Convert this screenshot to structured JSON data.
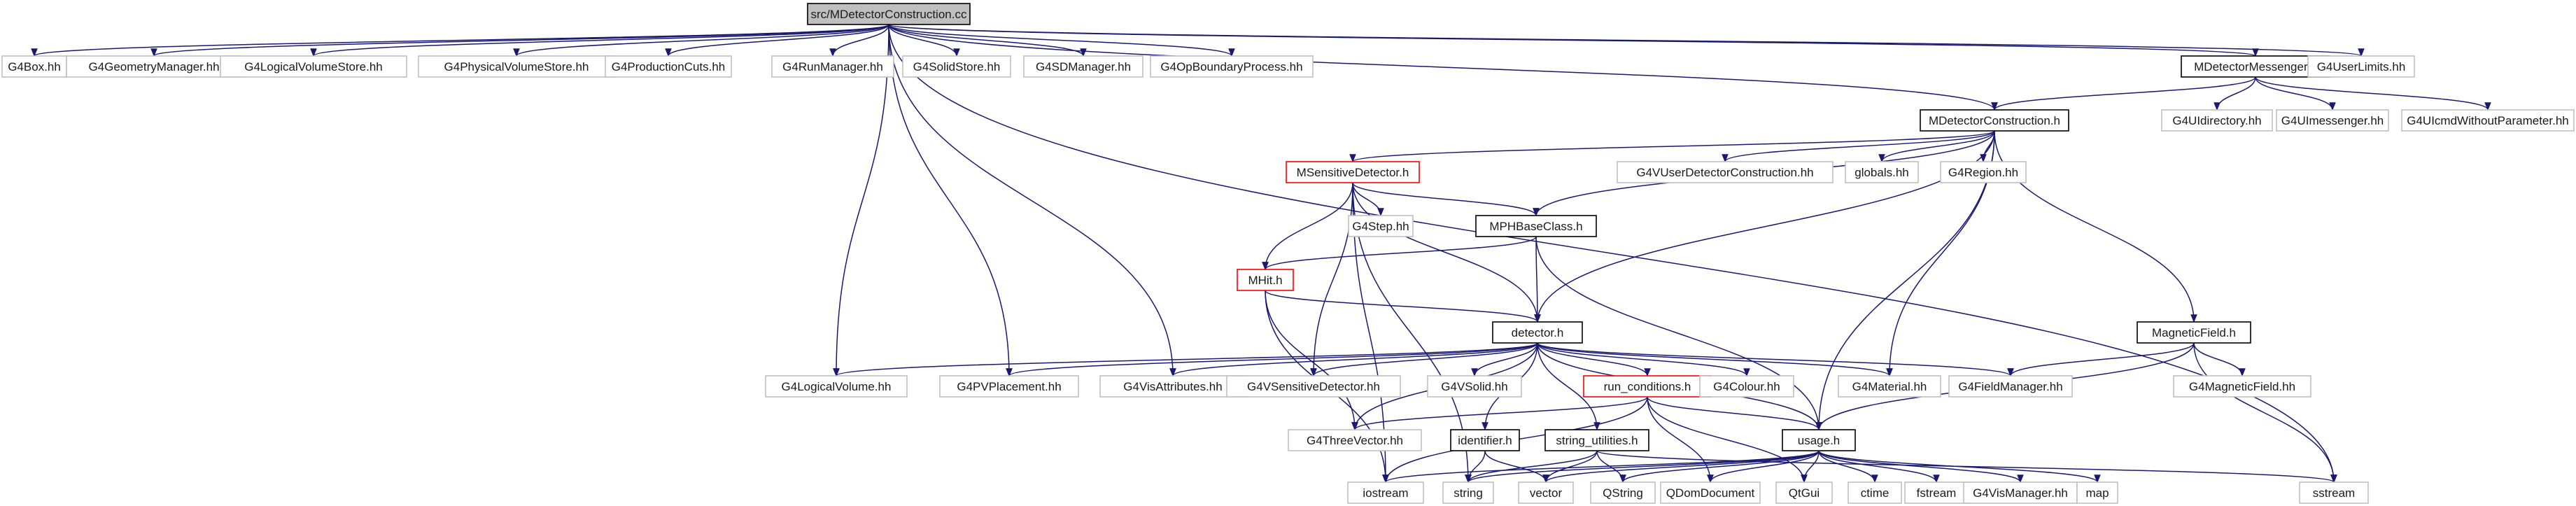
{
  "graph": {
    "colors": {
      "edge": "#191970",
      "root_fill": "#bfbfbf",
      "text": "#1a1a1a",
      "border_black": "#000000",
      "border_red": "#ff0000",
      "border_grey": "#bfbfbf"
    },
    "nodes": [
      {
        "id": "root",
        "label": "src/MDetectorConstruction.cc",
        "style": "root"
      },
      {
        "id": "g4box",
        "label": "G4Box.hh",
        "style": "grey"
      },
      {
        "id": "g4geom",
        "label": "G4GeometryManager.hh",
        "style": "grey"
      },
      {
        "id": "g4lvstore",
        "label": "G4LogicalVolumeStore.hh",
        "style": "grey"
      },
      {
        "id": "g4pvstore",
        "label": "G4PhysicalVolumeStore.hh",
        "style": "grey"
      },
      {
        "id": "g4prodcuts",
        "label": "G4ProductionCuts.hh",
        "style": "grey"
      },
      {
        "id": "g4runmgr",
        "label": "G4RunManager.hh",
        "style": "grey"
      },
      {
        "id": "g4solidstore",
        "label": "G4SolidStore.hh",
        "style": "grey"
      },
      {
        "id": "g4sdmgr",
        "label": "G4SDManager.hh",
        "style": "grey"
      },
      {
        "id": "g4opboundary",
        "label": "G4OpBoundaryProcess.hh",
        "style": "grey"
      },
      {
        "id": "mdetmsg",
        "label": "MDetectorMessenger.h",
        "style": "black"
      },
      {
        "id": "g4userlimits",
        "label": "G4UserLimits.hh",
        "style": "grey"
      },
      {
        "id": "g4uidir",
        "label": "G4UIdirectory.hh",
        "style": "grey"
      },
      {
        "id": "g4uimsg",
        "label": "G4UImessenger.hh",
        "style": "grey"
      },
      {
        "id": "g4uicmd",
        "label": "G4UIcmdWithoutParameter.hh",
        "style": "grey"
      },
      {
        "id": "mdetcons",
        "label": "MDetectorConstruction.h",
        "style": "black"
      },
      {
        "id": "msensdet",
        "label": "MSensitiveDetector.h",
        "style": "red"
      },
      {
        "id": "g4vuserdet",
        "label": "G4VUserDetectorConstruction.hh",
        "style": "grey"
      },
      {
        "id": "globals",
        "label": "globals.hh",
        "style": "grey"
      },
      {
        "id": "g4region",
        "label": "G4Region.hh",
        "style": "grey"
      },
      {
        "id": "g4step",
        "label": "G4Step.hh",
        "style": "grey"
      },
      {
        "id": "mphbase",
        "label": "MPHBaseClass.h",
        "style": "black"
      },
      {
        "id": "mhit",
        "label": "MHit.h",
        "style": "red"
      },
      {
        "id": "magfield",
        "label": "MagneticField.h",
        "style": "black"
      },
      {
        "id": "detector",
        "label": "detector.h",
        "style": "black"
      },
      {
        "id": "g4magfield",
        "label": "G4MagneticField.hh",
        "style": "grey"
      },
      {
        "id": "g4lv",
        "label": "G4LogicalVolume.hh",
        "style": "grey"
      },
      {
        "id": "g4pvplacement",
        "label": "G4PVPlacement.hh",
        "style": "grey"
      },
      {
        "id": "g4visattr",
        "label": "G4VisAttributes.hh",
        "style": "grey"
      },
      {
        "id": "g4vsensdet",
        "label": "G4VSensitiveDetector.hh",
        "style": "grey"
      },
      {
        "id": "g4vsolid",
        "label": "G4VSolid.hh",
        "style": "grey"
      },
      {
        "id": "runcond",
        "label": "run_conditions.h",
        "style": "red"
      },
      {
        "id": "g4colour",
        "label": "G4Colour.hh",
        "style": "grey"
      },
      {
        "id": "g4material",
        "label": "G4Material.hh",
        "style": "grey"
      },
      {
        "id": "g4fieldmgr",
        "label": "G4FieldManager.hh",
        "style": "grey"
      },
      {
        "id": "g4threevec",
        "label": "G4ThreeVector.hh",
        "style": "grey"
      },
      {
        "id": "identifier",
        "label": "identifier.h",
        "style": "black"
      },
      {
        "id": "strutil",
        "label": "string_utilities.h",
        "style": "black"
      },
      {
        "id": "usage",
        "label": "usage.h",
        "style": "black"
      },
      {
        "id": "iostream",
        "label": "iostream",
        "style": "grey"
      },
      {
        "id": "string",
        "label": "string",
        "style": "grey"
      },
      {
        "id": "vector",
        "label": "vector",
        "style": "grey"
      },
      {
        "id": "qstring",
        "label": "QString",
        "style": "grey"
      },
      {
        "id": "qdomdoc",
        "label": "QDomDocument",
        "style": "grey"
      },
      {
        "id": "qtgui",
        "label": "QtGui",
        "style": "grey"
      },
      {
        "id": "ctime",
        "label": "ctime",
        "style": "grey"
      },
      {
        "id": "fstream",
        "label": "fstream",
        "style": "grey"
      },
      {
        "id": "g4vismgr",
        "label": "G4VisManager.hh",
        "style": "grey"
      },
      {
        "id": "map",
        "label": "map",
        "style": "grey"
      },
      {
        "id": "sstream",
        "label": "sstream",
        "style": "grey"
      }
    ],
    "edges": [
      [
        "root",
        "g4box"
      ],
      [
        "root",
        "g4geom"
      ],
      [
        "root",
        "g4lvstore"
      ],
      [
        "root",
        "g4pvstore"
      ],
      [
        "root",
        "g4prodcuts"
      ],
      [
        "root",
        "g4runmgr"
      ],
      [
        "root",
        "g4solidstore"
      ],
      [
        "root",
        "g4sdmgr"
      ],
      [
        "root",
        "g4opboundary"
      ],
      [
        "root",
        "mdetmsg"
      ],
      [
        "root",
        "g4userlimits"
      ],
      [
        "root",
        "mdetcons"
      ],
      [
        "root",
        "g4lv"
      ],
      [
        "root",
        "g4pvplacement"
      ],
      [
        "root",
        "g4visattr"
      ],
      [
        "root",
        "sstream"
      ],
      [
        "mdetmsg",
        "mdetcons"
      ],
      [
        "mdetmsg",
        "g4uidir"
      ],
      [
        "mdetmsg",
        "g4uimsg"
      ],
      [
        "mdetmsg",
        "g4uicmd"
      ],
      [
        "mdetcons",
        "msensdet"
      ],
      [
        "mdetcons",
        "g4vuserdet"
      ],
      [
        "mdetcons",
        "globals"
      ],
      [
        "mdetcons",
        "g4region"
      ],
      [
        "mdetcons",
        "mphbase"
      ],
      [
        "mdetcons",
        "magfield"
      ],
      [
        "mdetcons",
        "detector"
      ],
      [
        "mdetcons",
        "g4material"
      ],
      [
        "mdetcons",
        "usage"
      ],
      [
        "msensdet",
        "g4step"
      ],
      [
        "msensdet",
        "mphbase"
      ],
      [
        "msensdet",
        "mhit"
      ],
      [
        "msensdet",
        "detector"
      ],
      [
        "msensdet",
        "g4vsensdet"
      ],
      [
        "msensdet",
        "iostream"
      ],
      [
        "msensdet",
        "string"
      ],
      [
        "mphbase",
        "mhit"
      ],
      [
        "mphbase",
        "detector"
      ],
      [
        "mphbase",
        "usage"
      ],
      [
        "mhit",
        "detector"
      ],
      [
        "mhit",
        "g4threevec"
      ],
      [
        "mhit",
        "iostream"
      ],
      [
        "magfield",
        "g4magfield"
      ],
      [
        "magfield",
        "g4fieldmgr"
      ],
      [
        "magfield",
        "usage"
      ],
      [
        "magfield",
        "sstream"
      ],
      [
        "detector",
        "g4lv"
      ],
      [
        "detector",
        "g4pvplacement"
      ],
      [
        "detector",
        "g4visattr"
      ],
      [
        "detector",
        "g4vsensdet"
      ],
      [
        "detector",
        "g4vsolid"
      ],
      [
        "detector",
        "runcond"
      ],
      [
        "detector",
        "g4colour"
      ],
      [
        "detector",
        "g4material"
      ],
      [
        "detector",
        "g4fieldmgr"
      ],
      [
        "detector",
        "g4threevec"
      ],
      [
        "detector",
        "identifier"
      ],
      [
        "detector",
        "strutil"
      ],
      [
        "detector",
        "usage"
      ],
      [
        "runcond",
        "g4threevec"
      ],
      [
        "runcond",
        "usage"
      ],
      [
        "runcond",
        "qdomdoc"
      ],
      [
        "runcond",
        "qtgui"
      ],
      [
        "runcond",
        "iostream"
      ],
      [
        "identifier",
        "string"
      ],
      [
        "identifier",
        "vector"
      ],
      [
        "strutil",
        "string"
      ],
      [
        "strutil",
        "vector"
      ],
      [
        "strutil",
        "qstring"
      ],
      [
        "strutil",
        "sstream"
      ],
      [
        "usage",
        "iostream"
      ],
      [
        "usage",
        "string"
      ],
      [
        "usage",
        "vector"
      ],
      [
        "usage",
        "qstring"
      ],
      [
        "usage",
        "qdomdoc"
      ],
      [
        "usage",
        "qtgui"
      ],
      [
        "usage",
        "ctime"
      ],
      [
        "usage",
        "fstream"
      ],
      [
        "usage",
        "g4vismgr"
      ],
      [
        "usage",
        "map"
      ]
    ]
  }
}
